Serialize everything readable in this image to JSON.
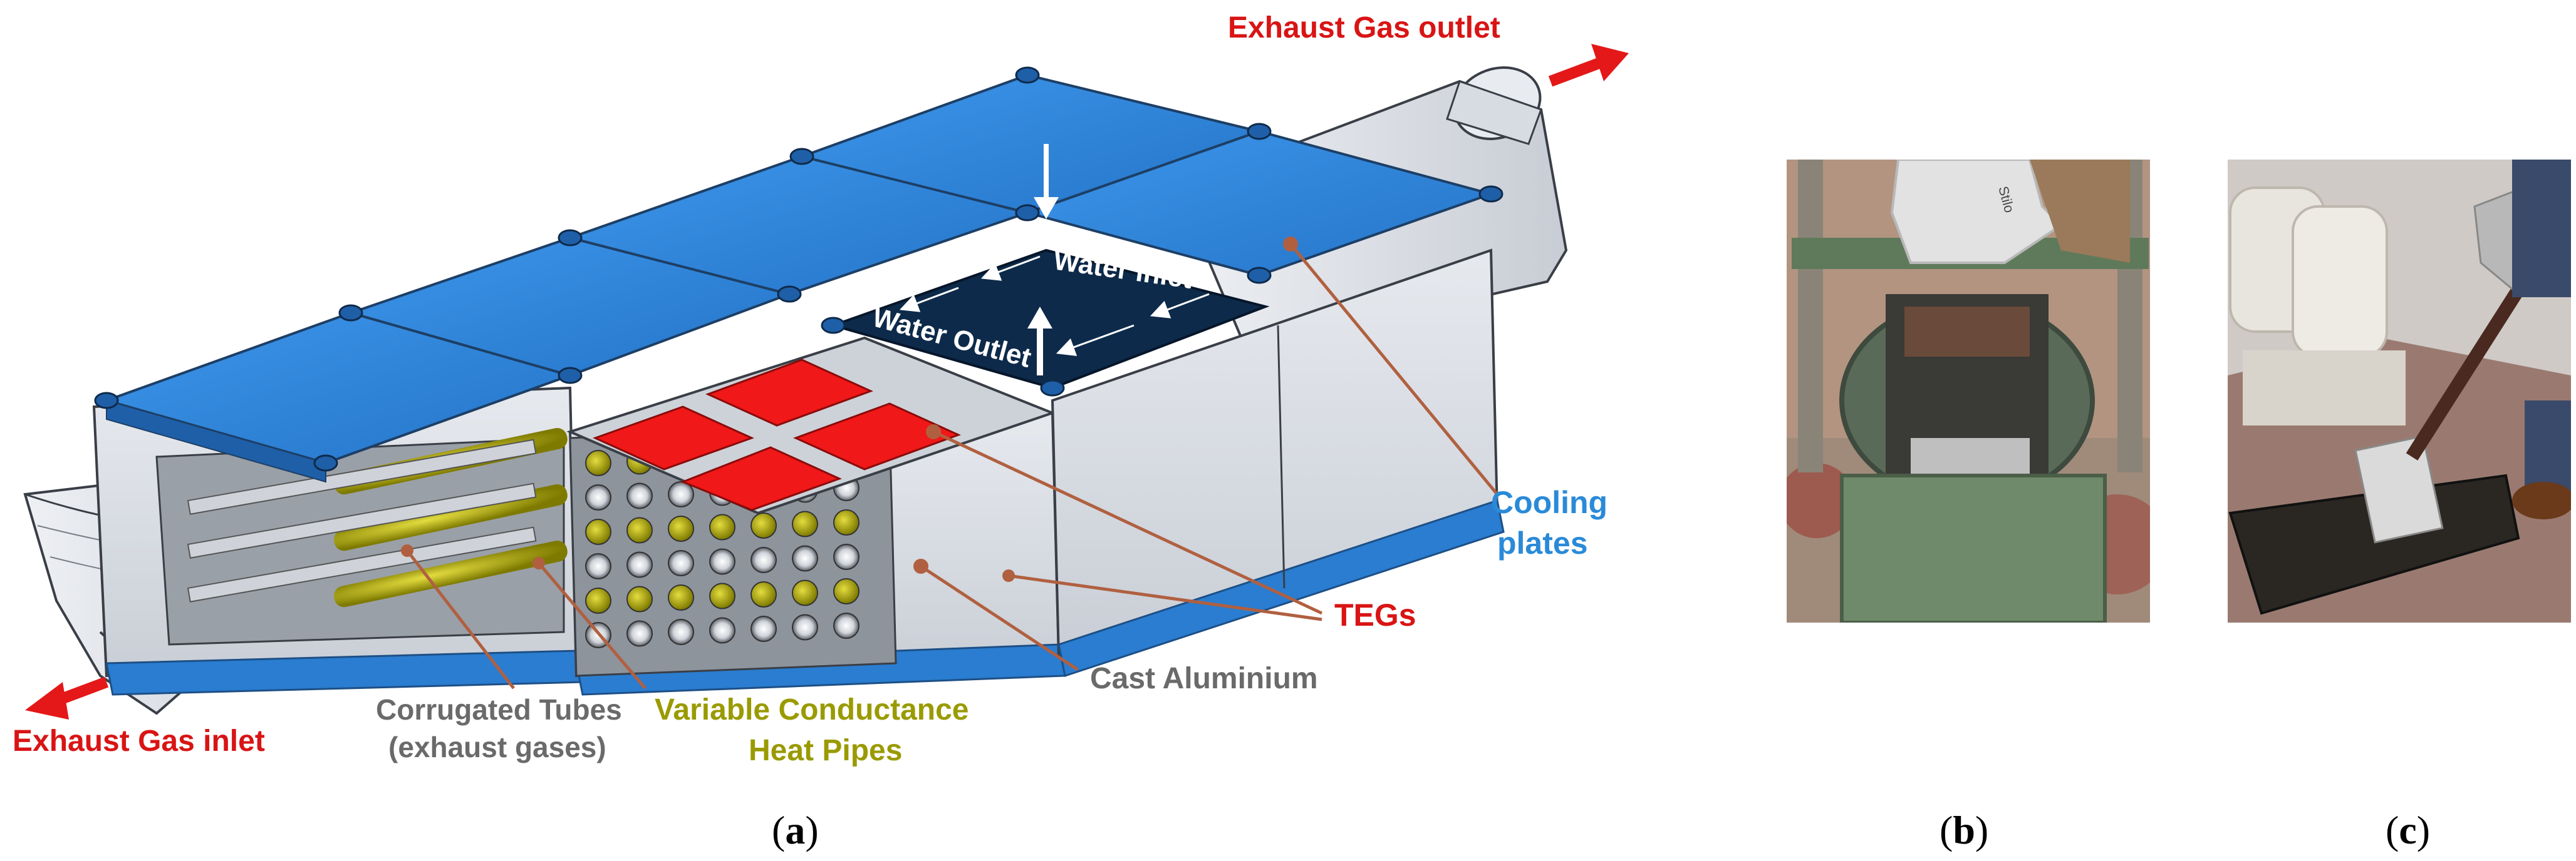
{
  "colors": {
    "cooling_plate": "#2f86dd",
    "water_plate": "#0d2a4a",
    "teg_red": "#f01818",
    "heat_pipe": "#b7b000",
    "housing": "#d9dde3",
    "arrow_red": "#e41818",
    "label_red": "#d91414",
    "label_blue": "#2a8ad8",
    "label_gray": "#6a6a6a",
    "label_olive": "#9a9a00",
    "leader_brown": "#b06040"
  },
  "labels": {
    "exhaust_outlet": "Exhaust Gas outlet",
    "exhaust_inlet": "Exhaust Gas inlet",
    "water_inlet": "Water  Inlet",
    "water_outlet": "Water  Outlet",
    "cooling_plates_1": "Cooling",
    "cooling_plates_2": "plates",
    "tegs": "TEGs",
    "cast_aluminium": "Cast Aluminium",
    "corrugated_1": "Corrugated Tubes",
    "corrugated_2": "(exhaust gases)",
    "vc_1": "Variable Conductance",
    "vc_2": "Heat Pipes"
  },
  "photo_b": {
    "glove_text": "Stilo"
  },
  "captions": {
    "a": {
      "open": "(",
      "letter": "a",
      "close": ")"
    },
    "b": {
      "open": "(",
      "letter": "b",
      "close": ")"
    },
    "c": {
      "open": "(",
      "letter": "c",
      "close": ")"
    }
  }
}
